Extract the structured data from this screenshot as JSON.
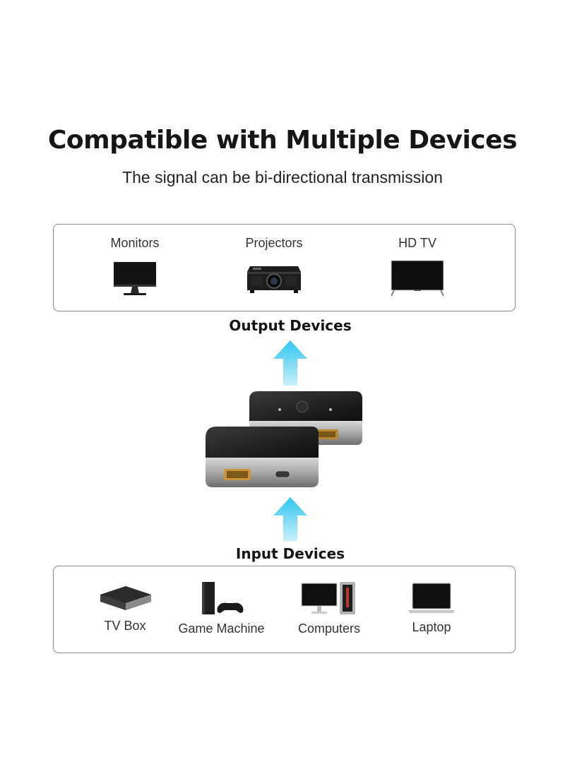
{
  "title": "Compatible with Multiple Devices",
  "subtitle": "The signal can be bi-directional transmission",
  "output_section": {
    "label": "Output Devices",
    "devices": [
      {
        "name": "Monitors",
        "icon": "monitor-icon"
      },
      {
        "name": "Projectors",
        "icon": "projector-icon"
      },
      {
        "name": "HD TV",
        "icon": "tv-icon"
      }
    ]
  },
  "input_section": {
    "label": "Input Devices",
    "devices": [
      {
        "name": "TV Box",
        "icon": "tv-box-icon"
      },
      {
        "name": "Game Machine",
        "icon": "game-console-icon"
      },
      {
        "name": "Computers",
        "icon": "desktop-computer-icon"
      },
      {
        "name": "Laptop",
        "icon": "laptop-icon"
      }
    ]
  },
  "colors": {
    "arrow": "#3fd0f2",
    "border": "#8a8a8a",
    "device_body": "#151515",
    "hdmi_port": "#c99a3e"
  }
}
